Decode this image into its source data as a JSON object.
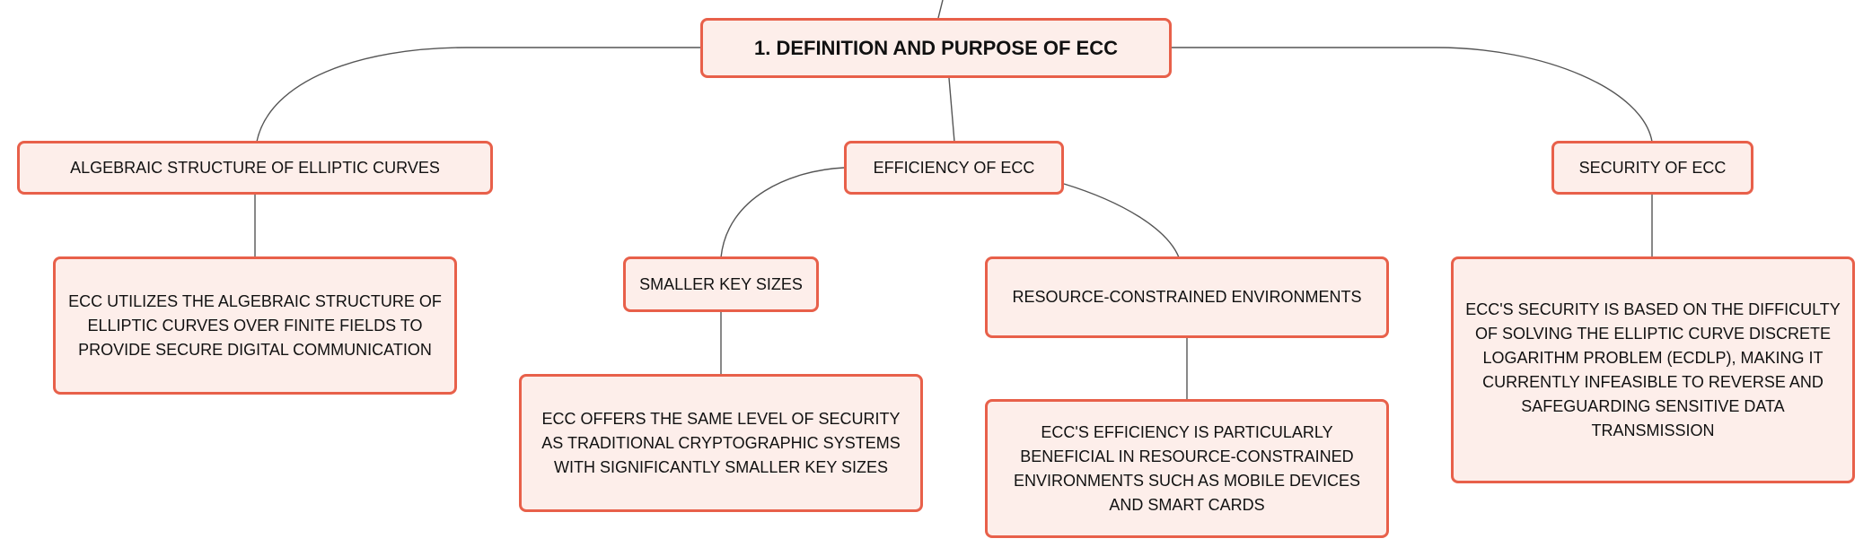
{
  "colors": {
    "border": "#e8604a",
    "fill": "#fdeeea",
    "line": "#555555"
  },
  "diagram": {
    "root": "1. DEFINITION AND PURPOSE OF ECC",
    "branch_algebraic": "ALGEBRAIC STRUCTURE OF ELLIPTIC CURVES",
    "branch_efficiency": "EFFICIENCY OF ECC",
    "branch_security": "SECURITY OF ECC",
    "sub_smaller_keys": "SMALLER KEY SIZES",
    "sub_resource": "RESOURCE-CONSTRAINED ENVIRONMENTS",
    "leaf_algebraic": "ECC UTILIZES THE ALGEBRAIC STRUCTURE OF ELLIPTIC CURVES OVER FINITE FIELDS TO PROVIDE SECURE DIGITAL COMMUNICATION",
    "leaf_smaller_keys": "ECC OFFERS THE SAME LEVEL OF SECURITY AS TRADITIONAL CRYPTOGRAPHIC SYSTEMS WITH SIGNIFICANTLY SMALLER KEY SIZES",
    "leaf_resource": "ECC'S EFFICIENCY IS PARTICULARLY BENEFICIAL IN RESOURCE-CONSTRAINED ENVIRONMENTS SUCH AS MOBILE DEVICES AND SMART CARDS",
    "leaf_security": "ECC'S SECURITY IS BASED ON THE DIFFICULTY OF SOLVING THE ELLIPTIC CURVE DISCRETE LOGARITHM PROBLEM (ECDLP), MAKING IT CURRENTLY INFEASIBLE TO REVERSE AND SAFEGUARDING SENSITIVE DATA TRANSMISSION"
  }
}
